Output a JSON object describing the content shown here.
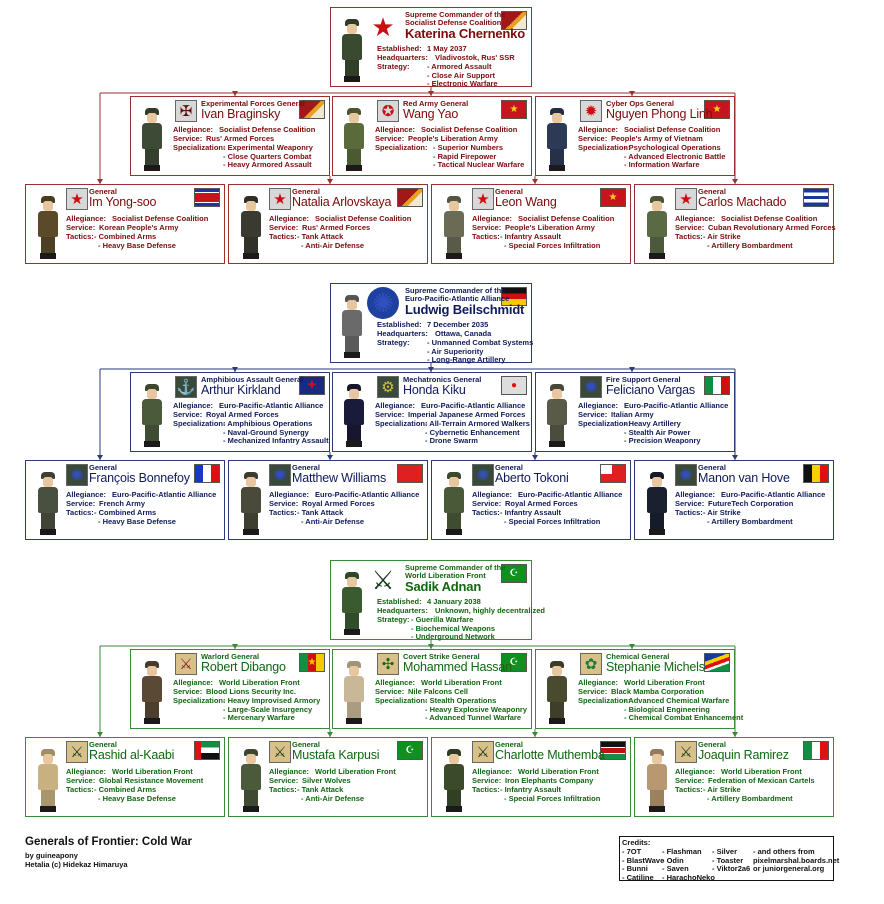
{
  "labels": {
    "established": "Established:",
    "headquarters": "Headquarters:",
    "strategy": "Strategy:",
    "allegiance": "Allegiance:",
    "service": "Service:",
    "specialization": "Specialization:",
    "tactics": "Tactics:"
  },
  "factions": [
    {
      "id": "sdc",
      "colors": {
        "border": "#9b3030",
        "text": "#7a0c0c",
        "emblem_bg": "#d8d8d8"
      },
      "supreme": {
        "rank_1": "Supreme Commander of the",
        "rank_2": "Socialist Defense Coalition",
        "name": "Katerina Chernenko",
        "established": "1 May 2037",
        "headquarters": "Vladivostok, Rus' SSR",
        "strategy": [
          "- Armored Assault",
          "- Close Air Support",
          "- Electronic Warfare"
        ],
        "flag": "rus-ssr-flag",
        "emblem": "red-star-icon",
        "uniform": "#3a4a30"
      },
      "mid": [
        {
          "rank": "Experimental Forces General",
          "name": "Ivan Braginsky",
          "allegiance": "Socialist Defense Coalition",
          "service": "Rus' Armed Forces",
          "items": [
            "- Experimental Weaponry",
            "- Close Quarters Combat",
            "- Heavy Armored Assault"
          ],
          "flag": "rus-ssr-flag",
          "emblem": "experimental-forces-icon",
          "uniform": "#3d4a35"
        },
        {
          "rank": "Red Army General",
          "name": "Wang Yao",
          "allegiance": "Socialist Defense Coalition",
          "service": "People's Liberation Army",
          "items": [
            "- Superior Numbers",
            "- Rapid Firepower",
            "- Tactical Nuclear Warfare"
          ],
          "flag": "china-flag",
          "emblem": "red-army-icon",
          "uniform": "#5a6a3a"
        },
        {
          "rank": "Cyber Ops General",
          "name": "Nguyen Phong Linh",
          "allegiance": "Socialist Defense Coalition",
          "service": "People's Army of Vietnam",
          "items": [
            "- Psychological Operations",
            "- Advanced Electronic Battle",
            "- Information Warfare"
          ],
          "flag": "vietnam-flag",
          "emblem": "cyber-ops-icon",
          "uniform": "#2c3a55"
        }
      ],
      "bottom": [
        {
          "rank": "General",
          "name": "Im Yong-soo",
          "allegiance": "Socialist Defense Coalition",
          "service": "Korean People's Army",
          "items": [
            "- Combined Arms",
            "- Heavy Base Defense"
          ],
          "flag": "north-korea-flag",
          "emblem": "red-star-icon",
          "uniform": "#5a4a2a"
        },
        {
          "rank": "General",
          "name": "Natalia Arlovskaya",
          "allegiance": "Socialist Defense Coalition",
          "service": "Rus' Armed Forces",
          "items": [
            "- Tank Attack",
            "- Anti-Air Defense"
          ],
          "flag": "rus-ssr-flag",
          "emblem": "red-star-icon",
          "uniform": "#3a3a30"
        },
        {
          "rank": "General",
          "name": "Leon Wang",
          "allegiance": "Socialist Defense Coalition",
          "service": "People's Liberation Army",
          "items": [
            "- Infantry Assault",
            "- Special Forces Infiltration"
          ],
          "flag": "china-flag",
          "emblem": "red-star-icon",
          "uniform": "#6a6a55"
        },
        {
          "rank": "General",
          "name": "Carlos Machado",
          "allegiance": "Socialist Defense Coalition",
          "service": "Cuban Revolutionary Armed Forces",
          "items": [
            "- Air Strike",
            "- Artillery Bombardment"
          ],
          "flag": "cuba-flag",
          "emblem": "red-star-icon",
          "uniform": "#5a6a45"
        }
      ]
    },
    {
      "id": "epaa",
      "colors": {
        "border": "#2a3a7a",
        "text": "#101a5a",
        "emblem_bg": "#3a4a3a"
      },
      "supreme": {
        "rank_1": "Supreme Commander of the",
        "rank_2": "Euro-Pacific-Atlantic Alliance",
        "name": "Ludwig Beilschmidt",
        "established": "7 December 2035",
        "headquarters": "Ottawa, Canada",
        "strategy": [
          "- Unmanned Combat Systems",
          "- Air Superiority",
          "- Long-Range Artillery"
        ],
        "flag": "germany-flag",
        "emblem": "alliance-star-circle-icon",
        "uniform": "#6a6a6a"
      },
      "mid": [
        {
          "rank": "Amphibious Assault General",
          "name": "Arthur Kirkland",
          "allegiance": "Euro-Pacific-Atlantic Alliance",
          "service": "Royal Armed Forces",
          "items": [
            "- Amphibious Operations",
            "- Naval-Ground Synergy",
            "- Mechanized Infantry Assault"
          ],
          "flag": "uk-flag",
          "emblem": "amphibious-assault-icon",
          "uniform": "#4a5a3a"
        },
        {
          "rank": "Mechatronics General",
          "name": "Honda Kiku",
          "allegiance": "Euro-Pacific-Atlantic Alliance",
          "service": "Imperial Japanese Armed Forces",
          "items": [
            "- All-Terrain Armored Walkers",
            "- Cybernetic Enhancement",
            "- Drone Swarm"
          ],
          "flag": "japan-flag",
          "emblem": "mechatronics-icon",
          "uniform": "#1a1a3a"
        },
        {
          "rank": "Fire Support General",
          "name": "Feliciano Vargas",
          "allegiance": "Euro-Pacific-Atlantic Alliance",
          "service": "Italian Army",
          "items": [
            "- Heavy Artillery",
            "- Stealth Air Power",
            "- Precision Weaponry"
          ],
          "flag": "italy-flag",
          "emblem": "alliance-star-circle-icon",
          "uniform": "#5a5a48"
        }
      ],
      "bottom": [
        {
          "rank": "General",
          "name": "François Bonnefoy",
          "allegiance": "Euro-Pacific-Atlantic Alliance",
          "service": "French Army",
          "items": [
            "- Combined Arms",
            "- Heavy Base Defense"
          ],
          "flag": "france-flag",
          "emblem": "alliance-star-circle-icon",
          "uniform": "#4a5040"
        },
        {
          "rank": "General",
          "name": "Matthew Williams",
          "allegiance": "Euro-Pacific-Atlantic Alliance",
          "service": "Royal Armed Forces",
          "items": [
            "- Tank Attack",
            "- Anti-Air Defense"
          ],
          "flag": "canada-red-ensign-flag",
          "emblem": "alliance-star-circle-icon",
          "uniform": "#4a4a3a"
        },
        {
          "rank": "General",
          "name": "Aberto Tokoni",
          "allegiance": "Euro-Pacific-Atlantic Alliance",
          "service": "Royal Armed Forces",
          "items": [
            "- Infantry Assault",
            "- Special Forces Infiltration"
          ],
          "flag": "tonga-flag",
          "emblem": "alliance-star-circle-icon",
          "uniform": "#4a5a38"
        },
        {
          "rank": "General",
          "name": "Manon van Hove",
          "allegiance": "Euro-Pacific-Atlantic Alliance",
          "service": "FutureTech Corporation",
          "items": [
            "- Air Strike",
            "- Artillery Bombardment"
          ],
          "flag": "belgium-flag",
          "emblem": "alliance-star-circle-icon",
          "uniform": "#1a2030"
        }
      ]
    },
    {
      "id": "wlf",
      "colors": {
        "border": "#3a8a3a",
        "text": "#116611",
        "emblem_bg": "#d8c08a"
      },
      "supreme": {
        "rank_1": "Supreme Commander of the",
        "rank_2": "World Liberation Front",
        "name": "Sadik Adnan",
        "established": "4 January 2038",
        "headquarters": "Unknown, highly decentralized",
        "strategy": [
          "- Guerilla Warfare",
          "- Biochemical Weapons",
          "- Underground Network"
        ],
        "flag": "wlf-crescents-flag",
        "emblem": "crossed-swords-icon",
        "uniform": "#3a5a30"
      },
      "mid": [
        {
          "rank": "Warlord General",
          "name": "Robert Dibango",
          "allegiance": "World Liberation Front",
          "service": "Blood Lions Security Inc.",
          "items": [
            "- Heavy Improvised Armory",
            "- Large-Scale Insurgency",
            "- Mercenary Warfare"
          ],
          "flag": "cameroon-flag",
          "emblem": "warlord-icon",
          "uniform": "#5a4a35"
        },
        {
          "rank": "Covert Strike General",
          "name": "Mohammed Hassan",
          "allegiance": "World Liberation Front",
          "service": "Nile Falcons Cell",
          "items": [
            "- Stealth Operations",
            "- Heavy Explosive Weaponry",
            "- Advanced Tunnel Warfare"
          ],
          "flag": "green-crescent-flag",
          "emblem": "covert-strike-icon",
          "uniform": "#c8b898"
        },
        {
          "rank": "Chemical General",
          "name": "Stephanie Michels",
          "allegiance": "World Liberation Front",
          "service": "Black Mamba Corporation",
          "items": [
            "- Advanced Chemical Warfare",
            "- Biological Engineering",
            "- Chemical Combat Enhancement"
          ],
          "flag": "seychelles-flag",
          "emblem": "chemical-icon",
          "uniform": "#4a4a30"
        }
      ],
      "bottom": [
        {
          "rank": "General",
          "name": "Rashid al-Kaabi",
          "allegiance": "World Liberation Front",
          "service": "Global Resistance Movement",
          "items": [
            "- Combined Arms",
            "- Heavy Base Defense"
          ],
          "flag": "uae-crescent-flag",
          "emblem": "crossed-swords-icon",
          "uniform": "#c8b080"
        },
        {
          "rank": "General",
          "name": "Mustafa Karpusi",
          "allegiance": "World Liberation Front",
          "service": "Silver Wolves",
          "items": [
            "- Tank Attack",
            "- Anti-Air Defense"
          ],
          "flag": "wlf-crescents-flag",
          "emblem": "crossed-swords-icon",
          "uniform": "#4a5a3a"
        },
        {
          "rank": "General",
          "name": "Charlotte Muthemba",
          "allegiance": "World Liberation Front",
          "service": "Iron Elephants Company",
          "items": [
            "- Infantry Assault",
            "- Special Forces Infiltration"
          ],
          "flag": "kenya-flag",
          "emblem": "crossed-swords-icon",
          "uniform": "#3a4a2a"
        },
        {
          "rank": "General",
          "name": "Joaquin Ramirez",
          "allegiance": "World Liberation Front",
          "service": "Federation of Mexican Cartels",
          "items": [
            "- Air Strike",
            "- Artillery Bombardment"
          ],
          "flag": "mexico-flag",
          "emblem": "crossed-swords-icon",
          "uniform": "#b89870"
        }
      ]
    }
  ],
  "footer": {
    "title": "Generals of Frontier: Cold War",
    "author": "by guineapony",
    "copyright": "Hetalia (c) Hidekaz Himaruya"
  },
  "credits": {
    "heading": "Credits:",
    "col1": [
      "- 7OT",
      "- BlastWave",
      "- Bunni",
      "- Catiline"
    ],
    "col2": [
      "- Flashman",
      "- Odin",
      "- Saven",
      "- HarachoNeko"
    ],
    "col3": [
      "- Silver",
      "- Toaster",
      "- Viktor2a6"
    ],
    "col4": [
      "- and others from",
      "pixelmarshal.boards.net",
      "or juniorgeneral.org"
    ]
  }
}
